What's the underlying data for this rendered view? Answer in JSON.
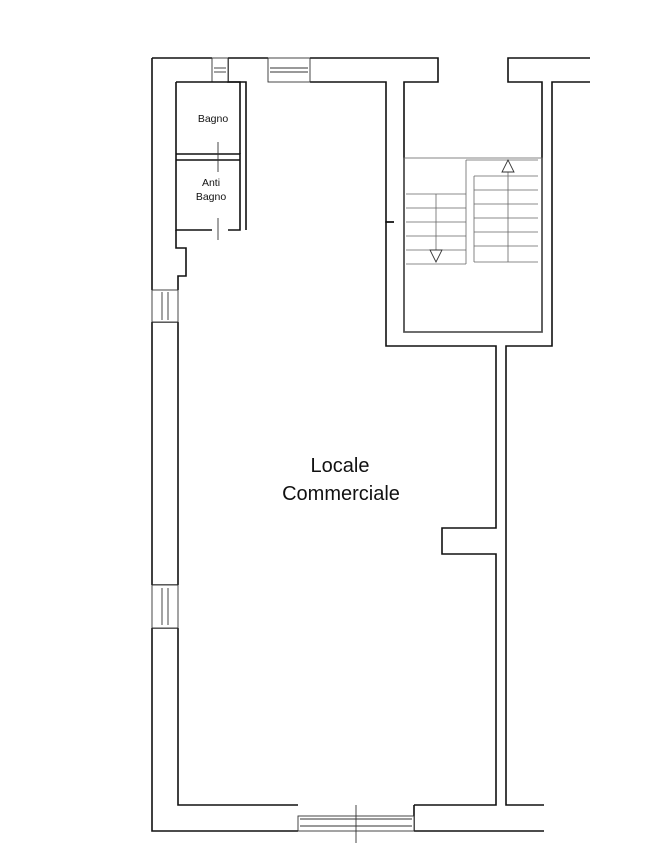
{
  "rooms": {
    "bagno": "Bagno",
    "anti_bagno_line1": "Anti",
    "anti_bagno_line2": "Bagno",
    "locale_line1": "Locale",
    "locale_line2": "Commerciale"
  },
  "colors": {
    "wall": "#111111",
    "background": "#ffffff"
  },
  "icons": [
    "stair-up-arrow-icon",
    "stair-down-arrow-icon"
  ]
}
